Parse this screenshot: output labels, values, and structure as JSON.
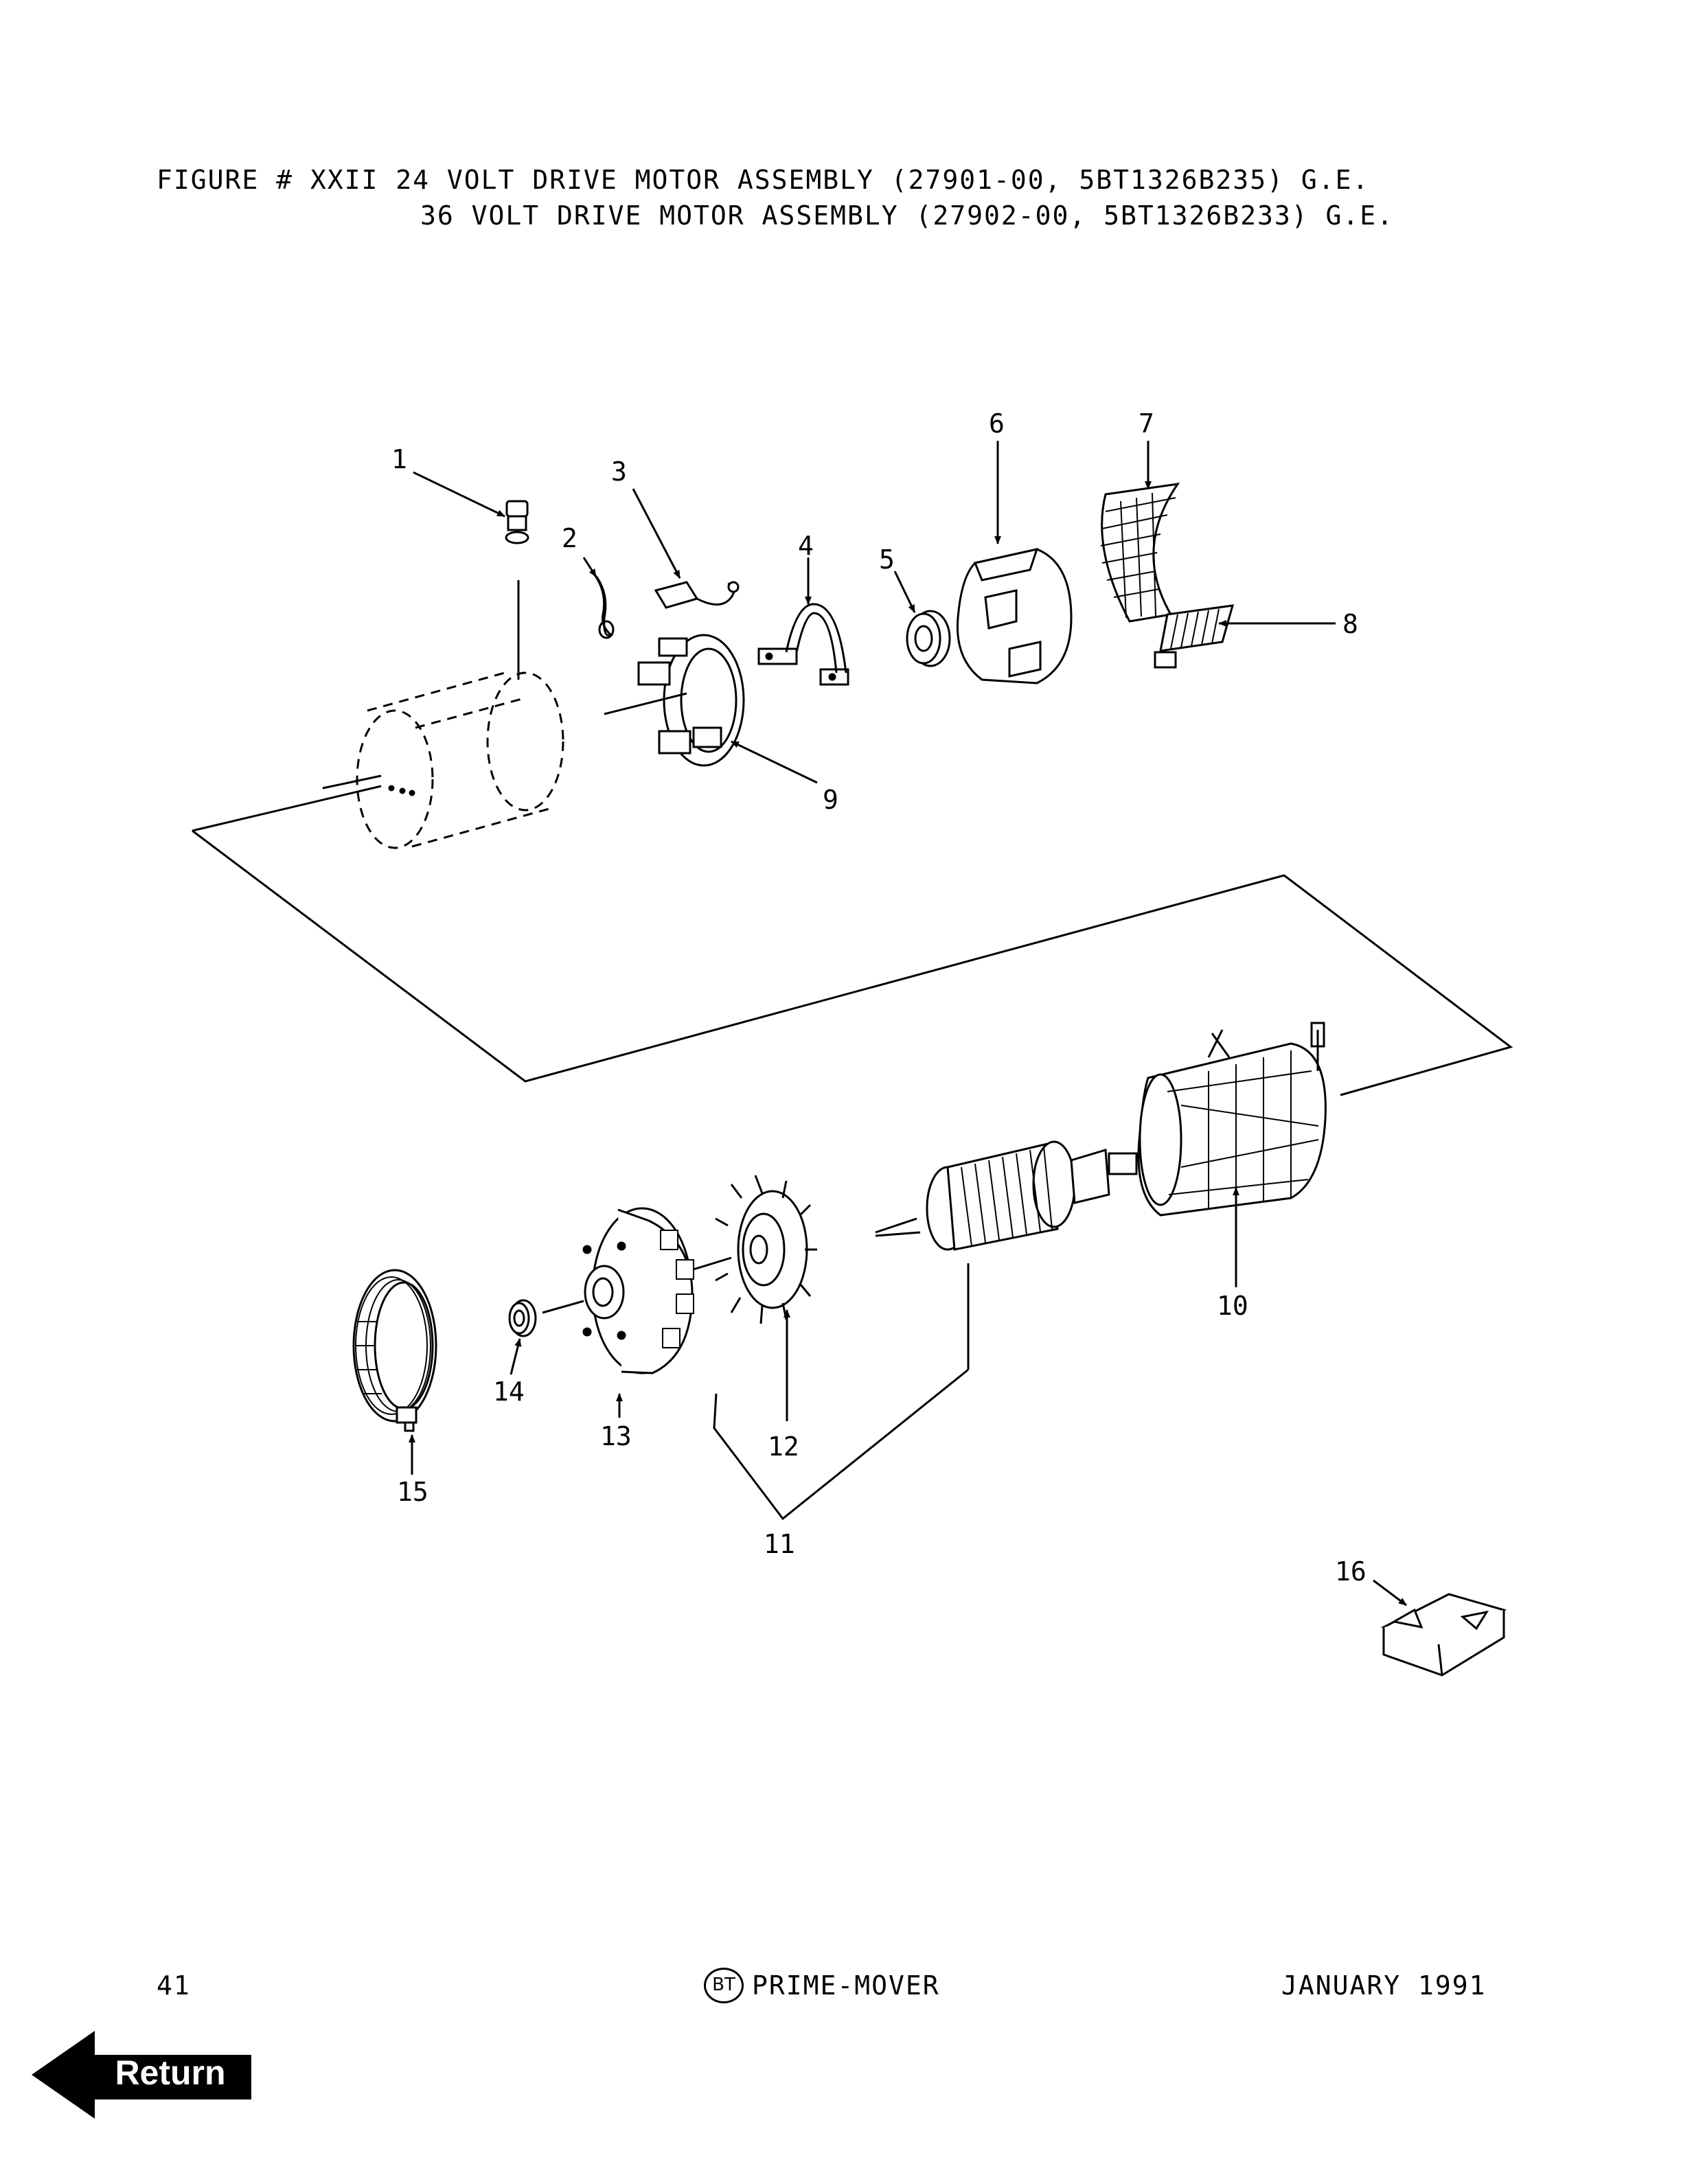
{
  "figure": {
    "title_line_1": "FIGURE # XXII 24 VOLT DRIVE MOTOR ASSEMBLY (27901-00, 5BT1326B235) G.E.",
    "title_line_2": "36 VOLT DRIVE MOTOR ASSEMBLY (27902-00, 5BT1326B233) G.E."
  },
  "callouts": {
    "c1": "1",
    "c2": "2",
    "c3": "3",
    "c4": "4",
    "c5": "5",
    "c6": "6",
    "c7": "7",
    "c8": "8",
    "c9": "9",
    "c10": "10",
    "c11": "11",
    "c12": "12",
    "c13": "13",
    "c14": "14",
    "c15": "15",
    "c16": "16"
  },
  "footer": {
    "page_number": "41",
    "brand_logo": "BT",
    "brand": "PRIME-MOVER",
    "date": "JANUARY 1991"
  },
  "nav": {
    "return_label": "Return",
    "return_icon": "left-arrow-icon"
  }
}
